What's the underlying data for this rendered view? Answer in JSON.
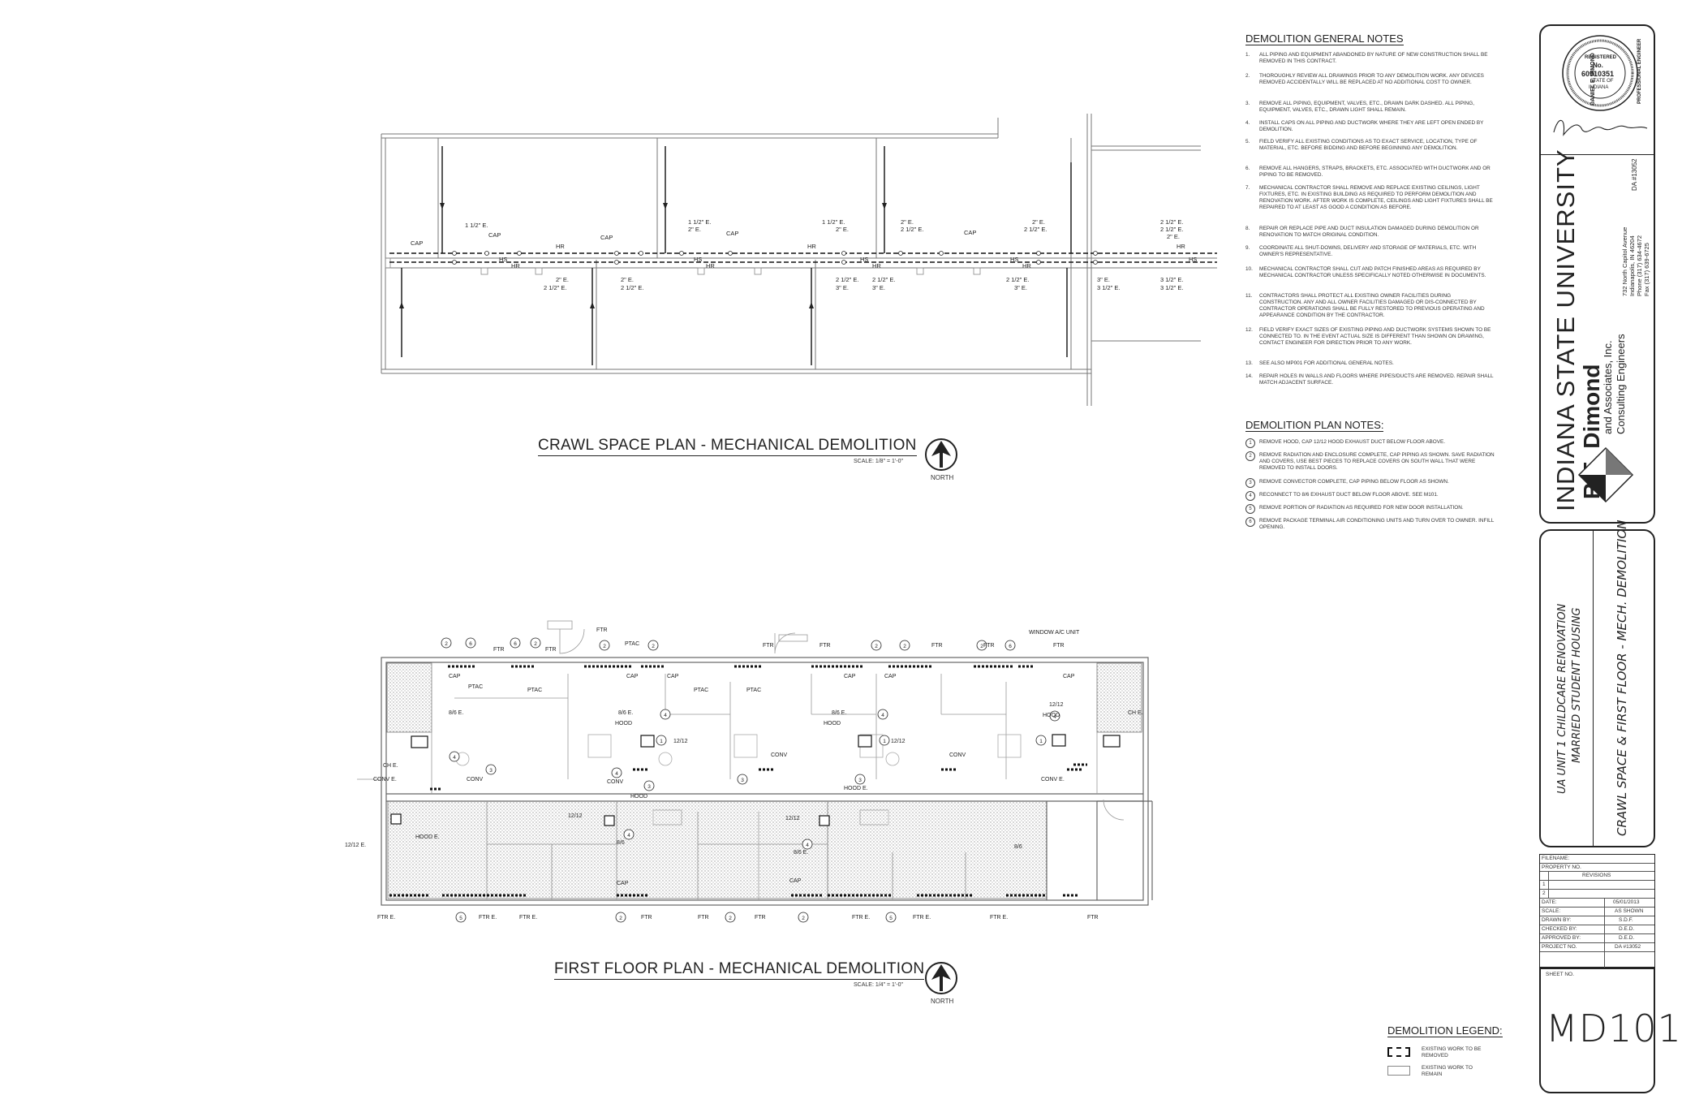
{
  "crawl_plan": {
    "title": "CRAWL SPACE PLAN - MECHANICAL DEMOLITION",
    "scale": "SCALE: 1/8\" = 1'-0\"",
    "north": "NORTH",
    "labels": {
      "cap": "CAP",
      "e112": "1 1/2\" E.",
      "e2": "2\" E.",
      "e212": "2 1/2\" E.",
      "e3": "3\" E.",
      "e312": "3 1/2\" E.",
      "hr": "HR",
      "hs": "HS"
    }
  },
  "first_plan": {
    "title": "FIRST FLOOR PLAN - MECHANICAL DEMOLITION",
    "scale": "SCALE: 1/4\" = 1'-0\"",
    "north": "NORTH",
    "labels": {
      "ftr": "FTR",
      "ftr_e": "FTR E.",
      "cap": "CAP",
      "ptac": "PTAC",
      "window_ac": "WINDOW A/C UNIT",
      "hood": "HOOD",
      "hood_e": "HOOD E.",
      "e86": "8/6 E.",
      "v86": "8/6",
      "v1212": "12/12",
      "e1212": "12/12 E.",
      "conv": "CONV",
      "conv_e": "CONV E.",
      "ch_e": "CH E.",
      "n1": "1",
      "n2": "2",
      "n3": "3",
      "n4": "4",
      "n5": "5",
      "n6": "6"
    }
  },
  "general_notes": {
    "heading": "DEMOLITION GENERAL NOTES",
    "items": [
      {
        "num": "1.",
        "text": "ALL PIPING AND EQUIPMENT ABANDONED BY NATURE OF NEW CONSTRUCTION SHALL BE REMOVED IN THIS CONTRACT."
      },
      {
        "num": "2.",
        "text": "THOROUGHLY REVIEW ALL DRAWINGS PRIOR TO ANY DEMOLITION WORK. ANY DEVICES REMOVED ACCIDENTALLY WILL BE REPLACED AT NO ADDITIONAL COST TO OWNER."
      },
      {
        "num": "3.",
        "text": "REMOVE ALL PIPING, EQUIPMENT, VALVES, ETC., DRAWN DARK DASHED. ALL PIPING, EQUIPMENT, VALVES, ETC., DRAWN LIGHT SHALL REMAIN."
      },
      {
        "num": "4.",
        "text": "INSTALL CAPS ON ALL PIPING AND DUCTWORK WHERE THEY ARE LEFT OPEN ENDED BY DEMOLITION."
      },
      {
        "num": "5.",
        "text": "FIELD VERIFY ALL EXISTING CONDITIONS AS TO EXACT SERVICE, LOCATION, TYPE OF MATERIAL, ETC. BEFORE BIDDING AND BEFORE BEGINNING ANY DEMOLITION."
      },
      {
        "num": "6.",
        "text": "REMOVE ALL HANGERS, STRAPS, BRACKETS, ETC. ASSOCIATED WITH DUCTWORK AND OR PIPING TO BE REMOVED."
      },
      {
        "num": "7.",
        "text": "MECHANICAL CONTRACTOR SHALL REMOVE AND REPLACE EXISTING CEILINGS, LIGHT FIXTURES, ETC. IN EXISTING BUILDING AS REQUIRED TO PERFORM DEMOLITION AND RENOVATION WORK. AFTER WORK IS COMPLETE, CEILINGS AND LIGHT FIXTURES SHALL BE REPAIRED TO AT LEAST AS GOOD A CONDITION AS BEFORE."
      },
      {
        "num": "8.",
        "text": "REPAIR OR REPLACE PIPE AND DUCT INSULATION DAMAGED DURING DEMOLITION OR RENOVATION TO MATCH ORIGINAL CONDITION."
      },
      {
        "num": "9.",
        "text": "COORDINATE ALL SHUT-DOWNS, DELIVERY AND STORAGE OF MATERIALS, ETC. WITH OWNER'S REPRESENTATIVE."
      },
      {
        "num": "10.",
        "text": "MECHANICAL CONTRACTOR SHALL CUT AND PATCH FINISHED AREAS AS REQUIRED BY MECHANICAL CONTRACTOR UNLESS SPECIFICALLY NOTED OTHERWISE IN DOCUMENTS."
      },
      {
        "num": "11.",
        "text": "CONTRACTORS SHALL PROTECT ALL EXISTING OWNER FACILITIES DURING CONSTRUCTION. ANY AND ALL OWNER FACILITIES DAMAGED OR DIS-CONNECTED BY CONTRACTOR OPERATIONS SHALL BE FULLY RESTORED TO PREVIOUS OPERATING AND APPEARANCE CONDITION BY THE CONTRACTOR."
      },
      {
        "num": "12.",
        "text": "FIELD VERIFY EXACT SIZES OF EXISTING PIPING AND DUCTWORK SYSTEMS SHOWN TO BE CONNECTED TO. IN THE EVENT ACTUAL SIZE IS DIFFERENT THAN SHOWN ON DRAWING, CONTACT ENGINEER FOR DIRECTION PRIOR TO ANY WORK."
      },
      {
        "num": "13.",
        "text": "SEE ALSO MP001 FOR ADDITIONAL GENERAL NOTES."
      },
      {
        "num": "14.",
        "text": "REPAIR HOLES IN WALLS AND FLOORS WHERE PIPES/DUCTS ARE REMOVED. REPAIR SHALL MATCH ADJACENT SURFACE."
      }
    ]
  },
  "plan_notes": {
    "heading": "DEMOLITION PLAN NOTES:",
    "items": [
      {
        "num": "1",
        "text": "REMOVE HOOD, CAP 12/12 HOOD EXHAUST DUCT BELOW FLOOR ABOVE."
      },
      {
        "num": "2",
        "text": "REMOVE RADIATION AND ENCLOSURE COMPLETE, CAP PIPING AS SHOWN. SAVE RADIATION AND COVERS, USE BEST PIECES TO REPLACE COVERS ON SOUTH WALL THAT WERE REMOVED TO INSTALL DOORS."
      },
      {
        "num": "3",
        "text": "REMOVE CONVECTOR COMPLETE, CAP PIPING BELOW FLOOR AS SHOWN."
      },
      {
        "num": "4",
        "text": "RECONNECT TO 8/6 EXHAUST DUCT BELOW FLOOR ABOVE. SEE M101."
      },
      {
        "num": "5",
        "text": "REMOVE PORTION OF RADIATION AS REQUIRED FOR NEW DOOR INSTALLATION."
      },
      {
        "num": "6",
        "text": "REMOVE PACKAGE TERMINAL AIR CONDITIONING UNITS AND TURN OVER TO OWNER. INFILL OPENING."
      }
    ]
  },
  "legend": {
    "heading": "DEMOLITION LEGEND:",
    "removed": "EXISTING WORK TO BE REMOVED",
    "remain": "EXISTING WORK TO REMAIN"
  },
  "title_block": {
    "seal_top": "DANIEL E. DIMOND",
    "seal_registered": "REGISTERED",
    "seal_no": "No.",
    "seal_number": "60910351",
    "seal_state": "STATE OF",
    "seal_indiana": "INDIANA",
    "seal_bottom": "PROFESSIONAL ENGINEER",
    "university": "INDIANA STATE UNIVERSITY",
    "firm": "R.E. Dimond",
    "firm_sub": "and Associates, Inc.",
    "firm_sub2": "Consulting Engineers",
    "da": "DA #13052",
    "addr1": "732 North Capitol Avenue",
    "addr2": "Indianapolis, IN 46204",
    "phone": "Phone (317) 634-4672",
    "fax": "Fax (317) 639-6725",
    "project1": "UA UNIT 1 CHILDCARE RENOVATION",
    "project2": "MARRIED STUDENT HOUSING",
    "sheet_title": "CRAWL SPACE & FIRST FLOOR - MECH. DEMOLITION",
    "filename": "FILENAME:",
    "property_no": "PROPERTY NO.",
    "revisions": "REVISIONS",
    "rev1": "1",
    "rev2": "2",
    "date_label": "DATE:",
    "date_val": "05/01/2013",
    "scale_label": "SCALE:",
    "scale_val": "AS SHOWN",
    "drawn_label": "DRAWN BY:",
    "drawn_val": "S.D.F.",
    "checked_label": "CHECKED BY:",
    "checked_val": "D.E.D.",
    "approved_label": "APPROVED BY:",
    "approved_val": "D.E.D.",
    "project_label": "PROJECT NO.",
    "project_val": "DA #13052",
    "sheet_no_label": "SHEET NO.",
    "sheet_no": "MD101"
  }
}
